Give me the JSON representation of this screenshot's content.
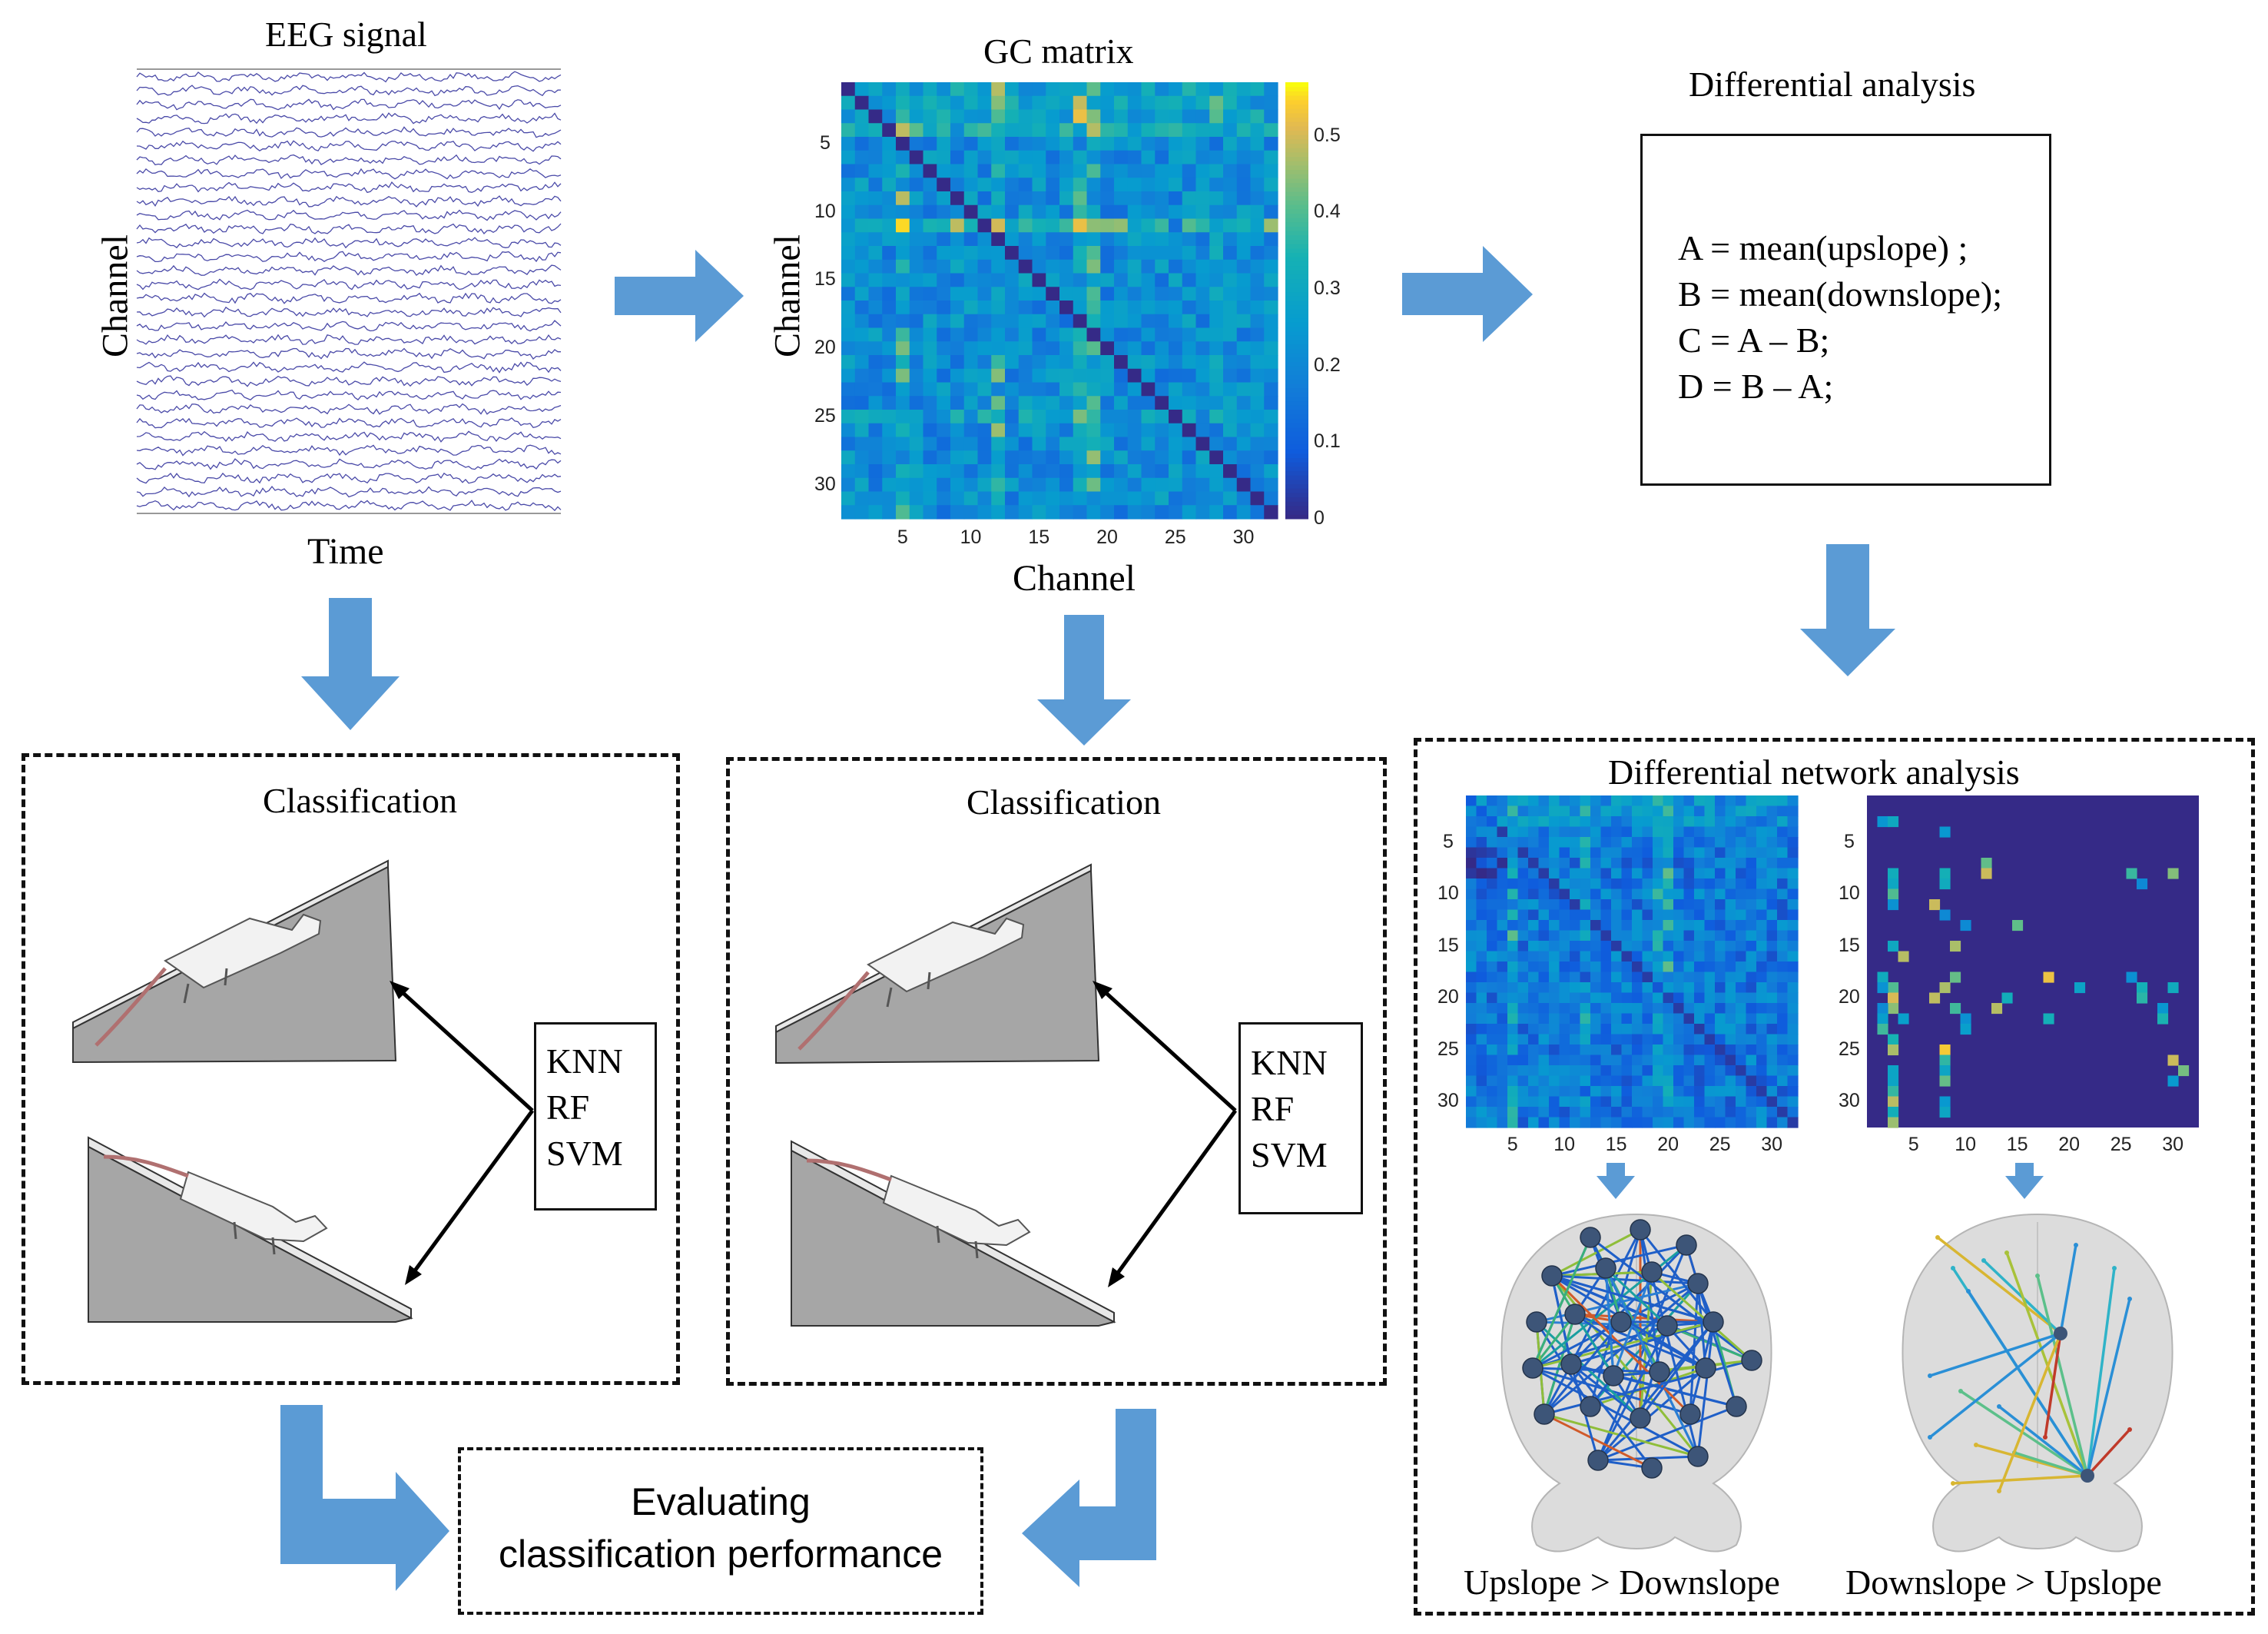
{
  "eeg": {
    "title": "EEG signal",
    "ylabel": "Channel",
    "xlabel": "Time",
    "trace_count": 32,
    "trace_color": "#4a4aa8"
  },
  "gc": {
    "title": "GC matrix",
    "ylabel": "Channel",
    "xlabel": "Channel",
    "x_ticks": [
      "5",
      "10",
      "15",
      "20",
      "25",
      "30"
    ],
    "y_ticks": [
      "5",
      "10",
      "15",
      "20",
      "25",
      "30"
    ],
    "colorbar_ticks": [
      "0.5",
      "0.4",
      "0.3",
      "0.2",
      "0.1",
      "0"
    ],
    "colorbar_range": [
      0,
      0.57
    ],
    "size": 32
  },
  "differential": {
    "title": "Differential analysis",
    "lines": [
      "A = mean(upslope) ;",
      "B = mean(downslope);",
      "C = A – B;",
      "D = B – A;"
    ]
  },
  "classification_left": {
    "title": "Classification",
    "algorithms": [
      "KNN",
      "RF",
      "SVM"
    ]
  },
  "classification_mid": {
    "title": "Classification",
    "algorithms": [
      "KNN",
      "RF",
      "SVM"
    ]
  },
  "network": {
    "title": "Differential network analysis",
    "left_ticks_x": [
      "5",
      "10",
      "15",
      "20",
      "25",
      "30"
    ],
    "left_ticks_y": [
      "5",
      "10",
      "15",
      "20",
      "25",
      "30"
    ],
    "right_ticks_x": [
      "5",
      "10",
      "15",
      "20",
      "25",
      "30"
    ],
    "right_ticks_y": [
      "5",
      "10",
      "15",
      "20",
      "25",
      "30"
    ],
    "left_caption": "Upslope > Downslope",
    "right_caption": "Downslope > Upslope"
  },
  "evaluation": {
    "line1": "Evaluating",
    "line2": "classification performance"
  },
  "colors": {
    "arrow": "#5b9bd5",
    "incline": "#a6a6a6",
    "parula_low": "#352a87",
    "parula_high": "#f9fb0e"
  }
}
